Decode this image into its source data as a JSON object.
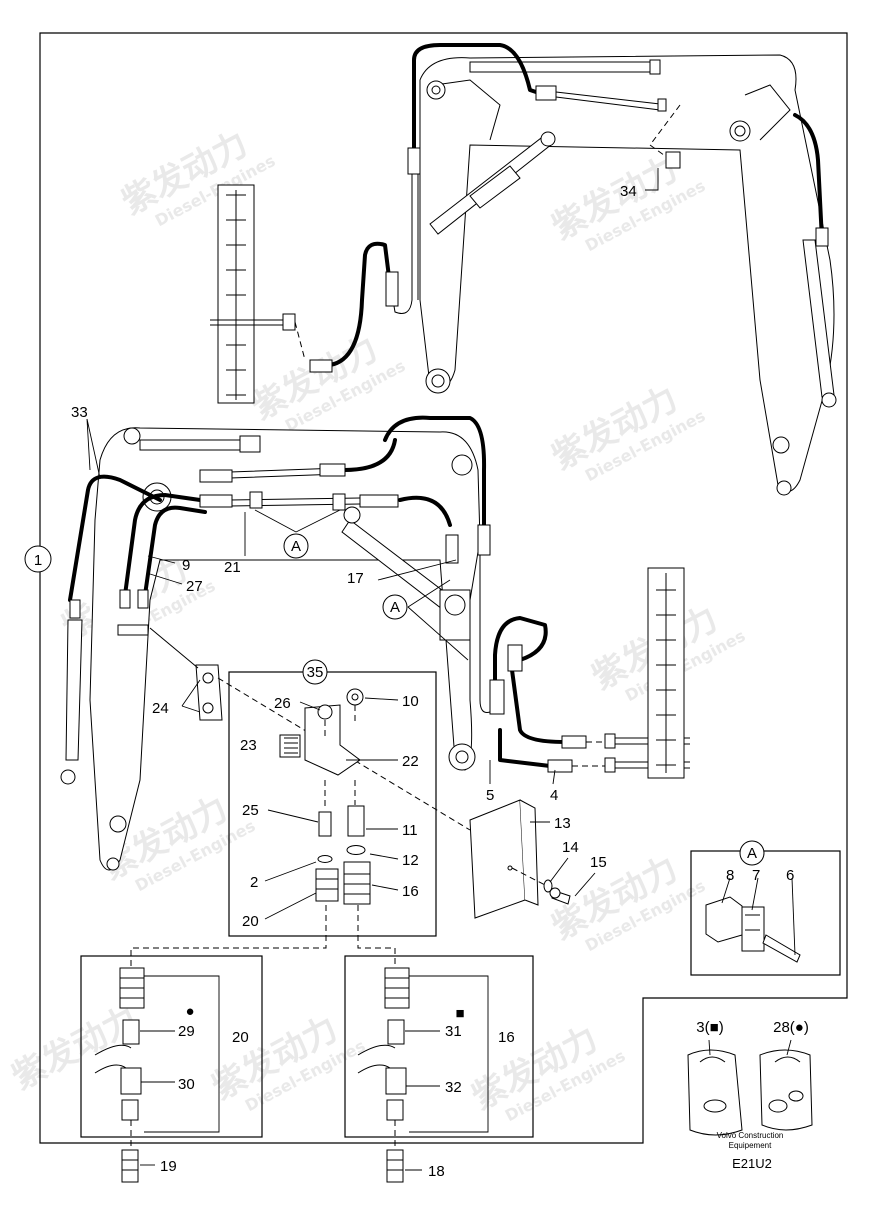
{
  "watermark": {
    "text_cn": "紫发动力",
    "text_en": "Diesel-Engines"
  },
  "callouts": {
    "c1": "1",
    "c2": "2",
    "c3": "3(■)",
    "c4": "4",
    "c5": "5",
    "c6": "6",
    "c7": "7",
    "c8": "8",
    "c9": "9",
    "c10": "10",
    "c11": "11",
    "c12": "12",
    "c13": "13",
    "c14": "14",
    "c15": "15",
    "c16": "16",
    "c16b": "16",
    "c17": "17",
    "c18": "18",
    "c19": "19",
    "c20": "20",
    "c20b": "20",
    "c21": "21",
    "c22": "22",
    "c23": "23",
    "c24": "24",
    "c25": "25",
    "c26": "26",
    "c27": "27",
    "c28": "28(●)",
    "c29": "29",
    "c30": "30",
    "c31": "31",
    "c32": "32",
    "c33": "33",
    "c34": "34",
    "c35": "35",
    "detailA1": "A",
    "detailA2": "A",
    "detailA3": "A"
  },
  "footer": {
    "brand_line1": "Volvo Construction",
    "brand_line2": "Equipement",
    "drawing_code": "E21U2"
  },
  "markers": {
    "dot": "●",
    "square": "■"
  }
}
